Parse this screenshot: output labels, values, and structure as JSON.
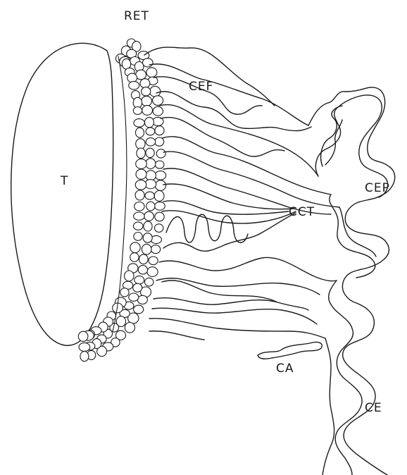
{
  "labels": {
    "ret": "RET",
    "t": "T",
    "cef": "CEF",
    "cct": "CCT",
    "cep": "CEP",
    "ca": "CA",
    "ce": "CE"
  }
}
